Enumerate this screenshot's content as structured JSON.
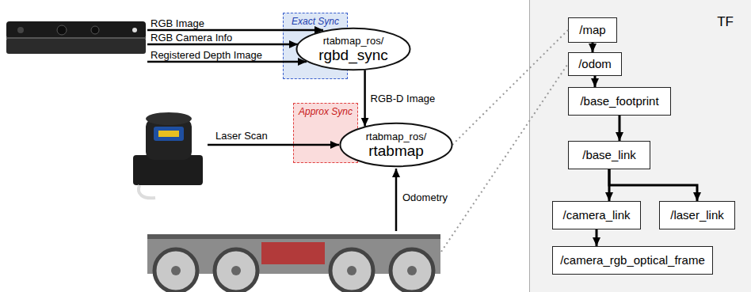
{
  "diagram": {
    "nodes": [
      {
        "text": [
          "Exact Sync"
        ]
      },
      {
        "text": [
          "rtabmap_ros/",
          "rgbd_sync"
        ]
      },
      {
        "text": [
          "Approx Sync"
        ]
      },
      {
        "text": [
          "rtabmap_ros/",
          "rtabmap"
        ]
      },
      {
        "text": [
          "TF"
        ]
      },
      {
        "text": [
          "/map"
        ],
        "in": 4
      },
      {
        "text": [
          "/odom"
        ],
        "in": 4
      },
      {
        "text": [
          "/base_footprint"
        ],
        "in": 4
      },
      {
        "text": [
          "/base_link"
        ],
        "in": 4
      },
      {
        "text": [
          "/camera_link"
        ],
        "in": 4
      },
      {
        "text": [
          "/laser_link"
        ],
        "in": 4
      },
      {
        "text": [
          "/camera_rgb_optical_frame"
        ],
        "in": 4
      }
    ],
    "edges": [
      {
        "from": 1,
        "to": 3,
        "label": "RGB-D Image",
        "arrow": "to"
      },
      {
        "from": 3,
        "to": 5,
        "arrow": "none"
      },
      {
        "from": 5,
        "to": 6,
        "arrow": "to"
      },
      {
        "from": 6,
        "to": 7,
        "arrow": "to"
      },
      {
        "from": 7,
        "to": 8,
        "arrow": "to"
      },
      {
        "from": 8,
        "to": 9,
        "arrow": "to"
      },
      {
        "from": 8,
        "to": 10,
        "arrow": "to"
      },
      {
        "from": 9,
        "to": 11,
        "arrow": "to"
      }
    ],
    "labels": [
      "RGB Image",
      "RGB Camera Info",
      "Registered Depth Image",
      "Laser Scan",
      "Odometry"
    ]
  }
}
